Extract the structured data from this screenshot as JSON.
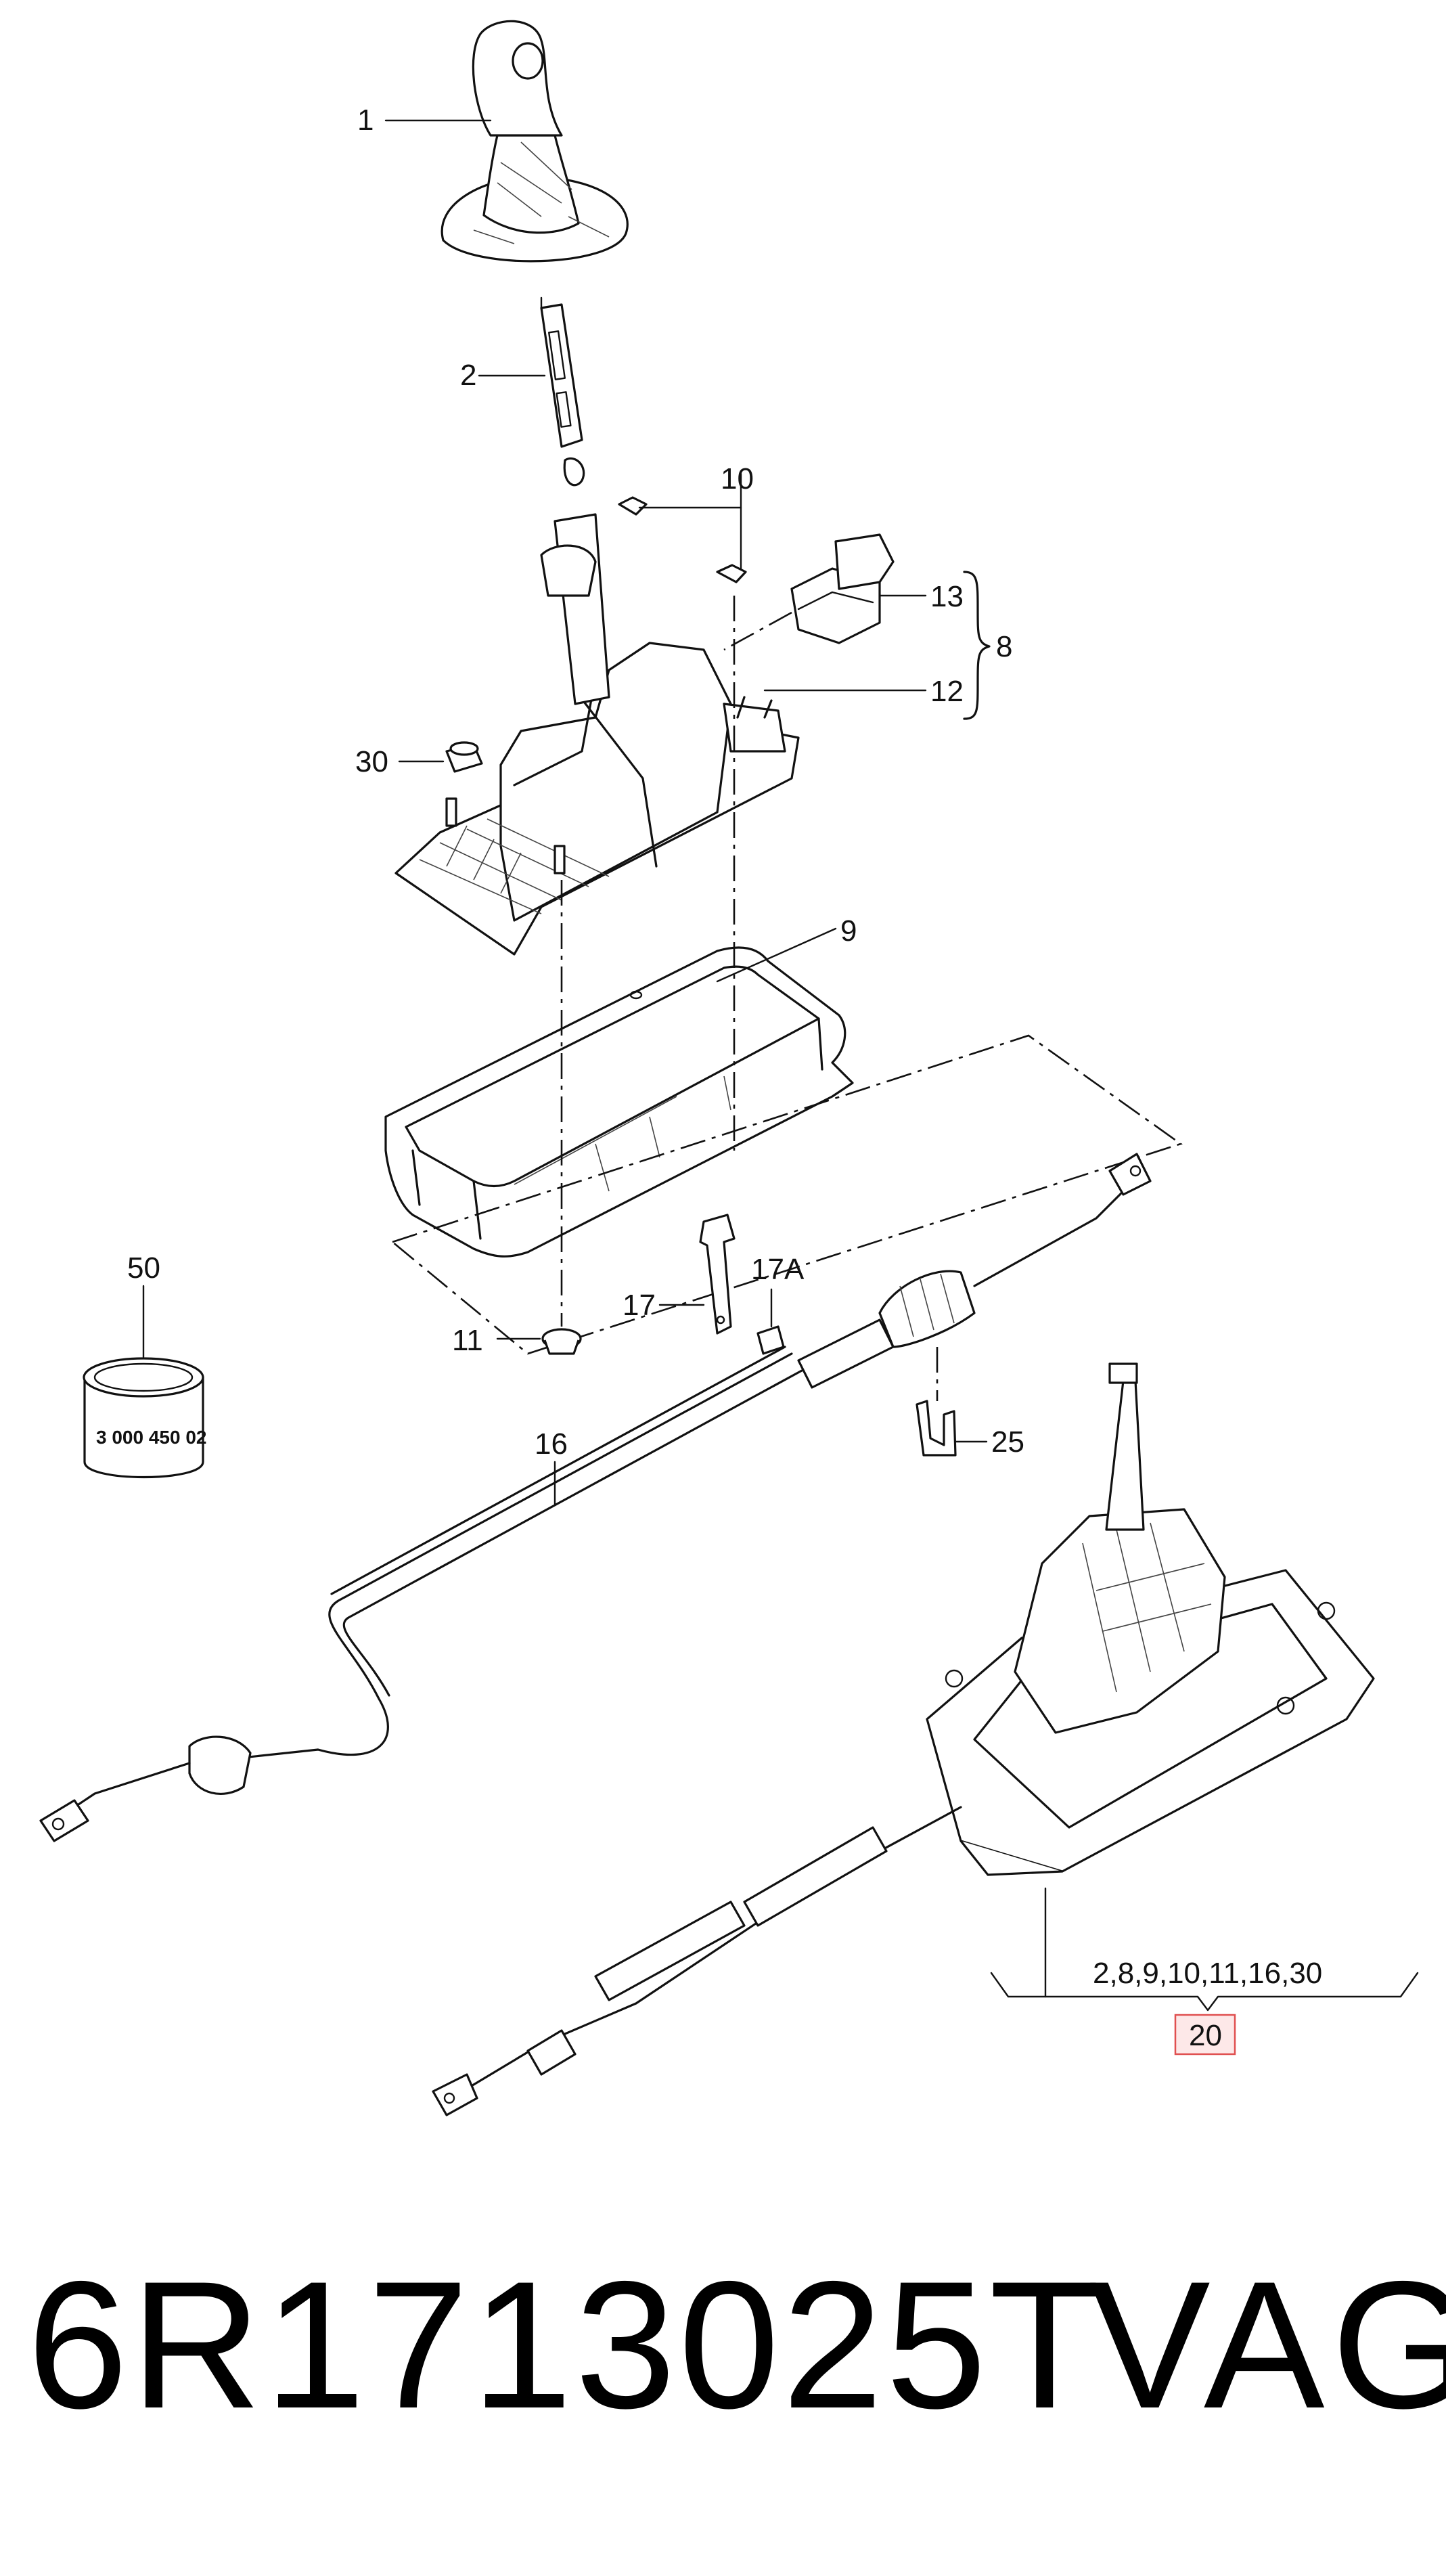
{
  "diagram": {
    "callouts": {
      "c1": "1",
      "c2": "2",
      "c10": "10",
      "c13": "13",
      "c8": "8",
      "c12": "12",
      "c30": "30",
      "c9": "9",
      "c50": "50",
      "c17a": "17A",
      "c17": "17",
      "c11": "11",
      "c16": "16",
      "c25": "25",
      "c20_group": "2,8,9,10,11,16,30",
      "c20": "20"
    },
    "bushing_stamp": "3 000 450 02",
    "highlight_color": "#e05050"
  },
  "footer": {
    "part_number": "6R1713025T",
    "brand": "VAG"
  }
}
